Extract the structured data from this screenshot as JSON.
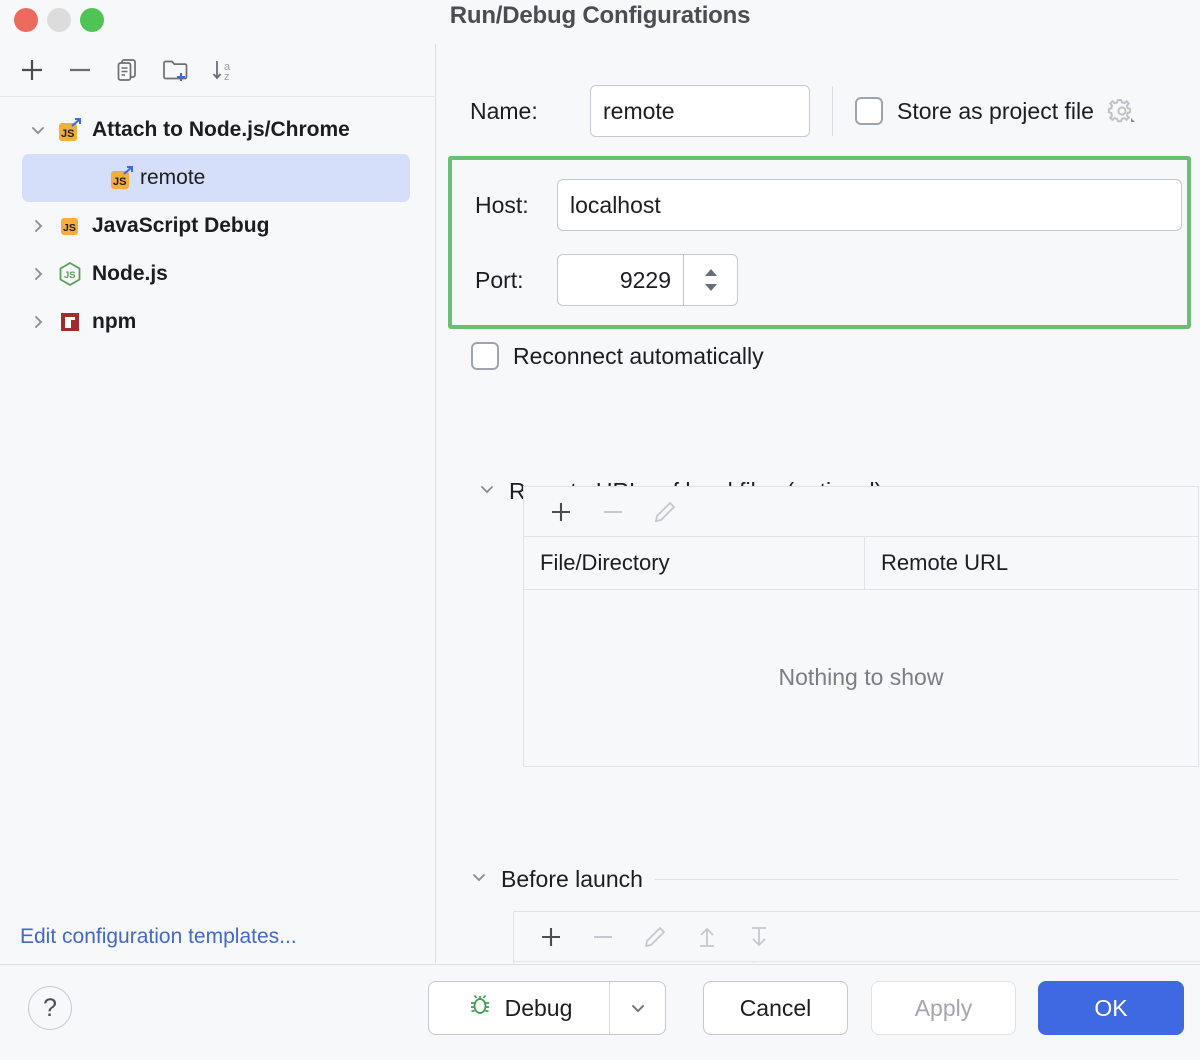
{
  "window": {
    "title": "Run/Debug Configurations",
    "traffic_lights": [
      "close-button",
      "minimize-button",
      "zoom-button"
    ]
  },
  "sidebar": {
    "toolbar": [
      {
        "name": "add-configuration-button",
        "icon": "plus-icon",
        "label": "+"
      },
      {
        "name": "remove-configuration-button",
        "icon": "minus-icon",
        "label": "−"
      },
      {
        "name": "copy-configuration-button",
        "icon": "copy-icon",
        "label": "Copy"
      },
      {
        "name": "new-folder-button",
        "icon": "folder-add-icon",
        "label": "New Folder"
      },
      {
        "name": "sort-configurations-button",
        "icon": "sort-az-icon",
        "label": "Sort"
      }
    ],
    "tree": [
      {
        "label": "Attach to Node.js/Chrome",
        "icon": "js-attach-icon",
        "expanded": true,
        "selected": false,
        "level": 0
      },
      {
        "label": "remote",
        "icon": "js-attach-icon",
        "expanded": false,
        "selected": true,
        "level": 1
      },
      {
        "label": "JavaScript Debug",
        "icon": "js-icon",
        "expanded": false,
        "selected": false,
        "level": 0
      },
      {
        "label": "Node.js",
        "icon": "nodejs-icon",
        "expanded": false,
        "selected": false,
        "level": 0
      },
      {
        "label": "npm",
        "icon": "npm-icon",
        "expanded": false,
        "selected": false,
        "level": 0
      }
    ],
    "edit_templates_link": "Edit configuration templates..."
  },
  "form": {
    "name_label": "Name:",
    "name_value": "remote",
    "store_as_project_file_label": "Store as project file",
    "store_as_project_file_checked": false,
    "gear_icon": "gear-icon",
    "host_label": "Host:",
    "host_value": "localhost",
    "port_label": "Port:",
    "port_value": "9229",
    "reconnect_label": "Reconnect automatically",
    "reconnect_checked": false,
    "highlight_color": "#6cbe74"
  },
  "remote_urls": {
    "section_title": "Remote URLs of local files (optional)",
    "expanded": true,
    "toolbar": [
      {
        "name": "add-mapping-button",
        "icon": "plus-icon",
        "enabled": true
      },
      {
        "name": "remove-mapping-button",
        "icon": "minus-icon",
        "enabled": false
      },
      {
        "name": "edit-mapping-button",
        "icon": "pencil-icon",
        "enabled": false
      }
    ],
    "columns": [
      "File/Directory",
      "Remote URL"
    ],
    "rows": [],
    "empty_message": "Nothing to show"
  },
  "before_launch": {
    "section_title": "Before launch",
    "expanded": true,
    "toolbar": [
      {
        "name": "add-task-button",
        "icon": "plus-icon",
        "enabled": true
      },
      {
        "name": "remove-task-button",
        "icon": "minus-icon",
        "enabled": false
      },
      {
        "name": "edit-task-button",
        "icon": "pencil-icon",
        "enabled": false
      },
      {
        "name": "move-up-button",
        "icon": "arrow-up-icon",
        "enabled": false
      },
      {
        "name": "move-down-button",
        "icon": "arrow-down-icon",
        "enabled": false
      }
    ],
    "rows": []
  },
  "footer": {
    "help_label": "?",
    "debug_label": "Debug",
    "debug_icon": "bug-icon",
    "cancel_label": "Cancel",
    "apply_label": "Apply",
    "apply_enabled": false,
    "ok_label": "OK",
    "ok_color": "#3f69e0"
  }
}
